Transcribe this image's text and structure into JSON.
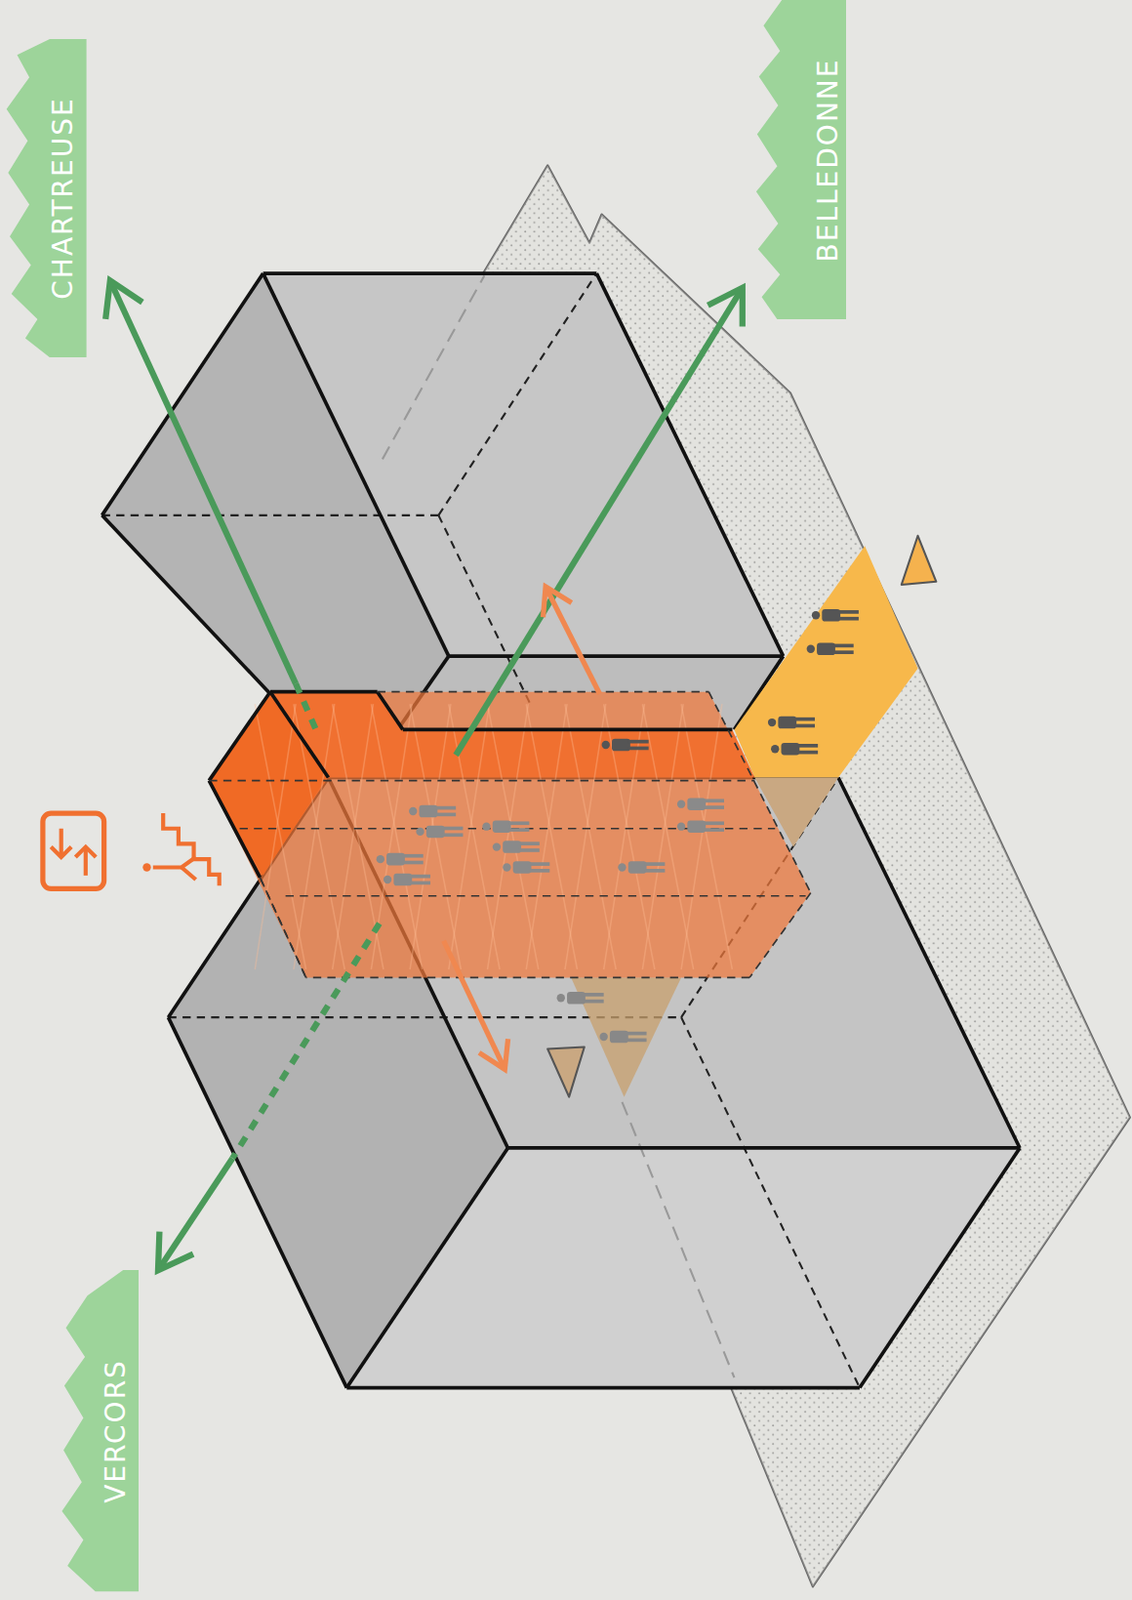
{
  "diagram": {
    "nodes": [
      {
        "text": [
          "CHARTREUSE"
        ]
      },
      {
        "text": [
          "BELLEDONNE"
        ]
      },
      {
        "text": [
          "VERCORS"
        ]
      }
    ]
  }
}
